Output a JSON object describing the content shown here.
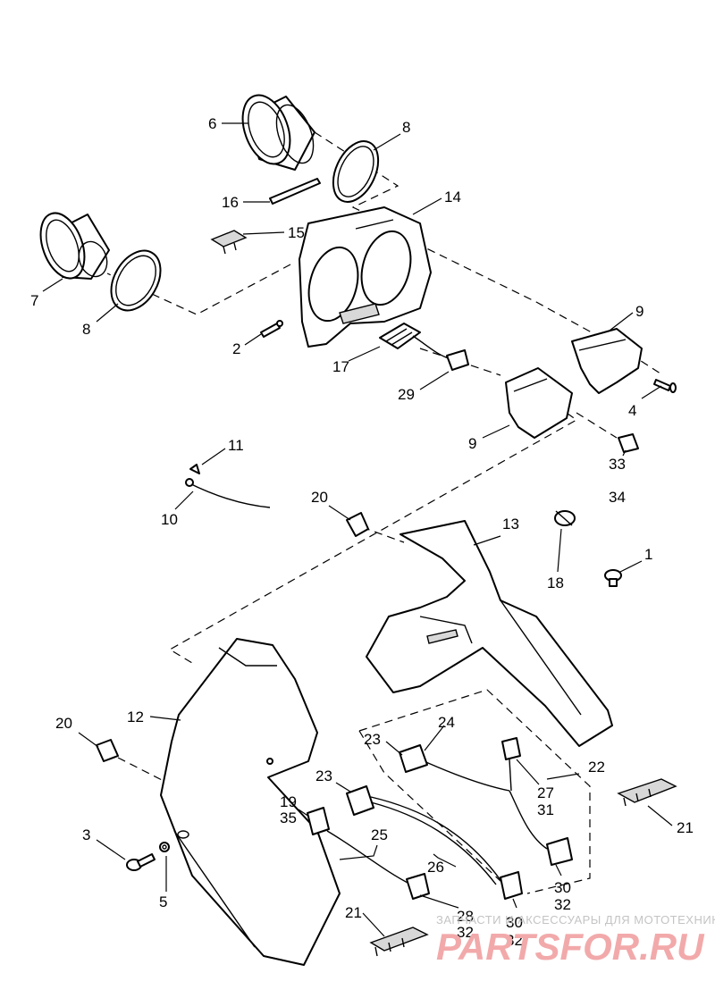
{
  "callouts": {
    "c6": "6",
    "c8a": "8",
    "c16": "16",
    "c14": "14",
    "c15": "15",
    "c7": "7",
    "c8b": "8",
    "c2": "2",
    "c17": "17",
    "c29": "29",
    "c9a": "9",
    "c9b": "9",
    "c4": "4",
    "c33": "33",
    "c34": "34",
    "c11": "11",
    "c10": "10",
    "c20a": "20",
    "c13": "13",
    "c18": "18",
    "c1": "1",
    "c12": "12",
    "c20b": "20",
    "c24": "24",
    "c23a": "23",
    "c22": "22",
    "c23b": "23",
    "c27": "27",
    "c31": "31",
    "c19": "19",
    "c35": "35",
    "c25": "25",
    "c21a": "21",
    "c3": "3",
    "c26": "26",
    "c5": "5",
    "c30a": "30",
    "c32a": "32",
    "c28": "28",
    "c32b": "32",
    "c30b": "30",
    "c32c": "32",
    "c21b": "21"
  },
  "watermark": {
    "top_text": "ЗАПЧАСТИ И АКСЕССУАРЫ ДЛЯ МОТОТЕХНИКИ",
    "brand_text": "PARTSFOR.RU",
    "brand_color": "#f2a9aa"
  }
}
